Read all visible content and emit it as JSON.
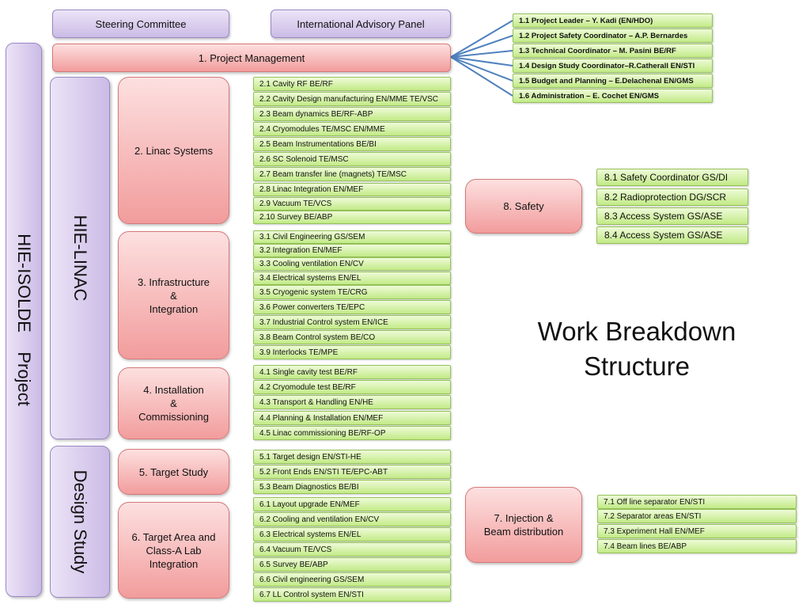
{
  "project": "HIE-ISOLDE    Project",
  "hie_linac": "HIE-LINAC",
  "design_study": "Design Study",
  "steering_committee": "Steering Committee",
  "advisory_panel": "International Advisory Panel",
  "project_management": "1. Project Management",
  "title": "Work Breakdown\nStructure",
  "colors": {
    "purple": "#cbbbe6",
    "pink": "#f29c9c",
    "green": "#c2ea87",
    "connector": "#4f81bd"
  },
  "pm_items": [
    "1.1 Project Leader – Y. Kadi (EN/HDO)",
    "1.2 Project Safety Coordinator – A.P. Bernardes",
    "1.3 Technical Coordinator – M. Pasini BE/RF",
    "1.4 Design Study Coordinator–R.Catherall EN/STI",
    "1.5 Budget and Planning – E.Delachenal EN/GMS",
    "1.6 Administration – E. Cochet EN/GMS"
  ],
  "linac": {
    "label": "2. Linac Systems",
    "items": [
      "2.1 Cavity RF   BE/RF",
      "2.2 Cavity Design manufacturing EN/MME TE/VSC",
      "2.3 Beam dynamics BE/RF-ABP",
      "2.4 Cryomodules TE/MSC EN/MME",
      "2.5 Beam Instrumentations BE/BI",
      "2.6 SC Solenoid  TE/MSC",
      "2.7 Beam transfer line (magnets) TE/MSC",
      "2.8 Linac Integration EN/MEF",
      "2.9 Vacuum TE/VCS",
      "2.10 Survey BE/ABP"
    ]
  },
  "infrastructure": {
    "label": "3. Infrastructure\n&\nIntegration",
    "items": [
      "3.1 Civil Engineering GS/SEM",
      "3.2 Integration EN/MEF",
      "3.3 Cooling ventilation EN/CV",
      "3.4 Electrical systems EN/EL",
      "3.5 Cryogenic system TE/CRG",
      "3.6 Power converters TE/EPC",
      "3.7 Industrial Control system EN/ICE",
      "3.8 Beam Control system BE/CO",
      "3.9 Interlocks TE/MPE"
    ]
  },
  "installation": {
    "label": "4. Installation\n&\nCommissioning",
    "items": [
      "4.1 Single cavity test BE/RF",
      "4.2 Cryomodule test BE/RF",
      "4.3 Transport & Handling EN/HE",
      "4.4 Planning & Installation EN/MEF",
      "4.5 Linac commissioning BE/RF-OP"
    ]
  },
  "target_study": {
    "label": "5. Target Study",
    "items": [
      "5.1 Target design EN/STI-HE",
      "5.2 Front Ends EN/STI TE/EPC-ABT",
      "5.3 Beam  Diagnostics BE/BI"
    ]
  },
  "target_area": {
    "label": "6. Target Area and\nClass-A Lab\nIntegration",
    "items": [
      "6.1 Layout upgrade  EN/MEF",
      "6.2 Cooling and ventilation EN/CV",
      "6.3 Electrical systems EN/EL",
      "6.4 Vacuum TE/VCS",
      "6.5 Survey BE/ABP",
      "6.6 Civil engineering GS/SEM",
      "6.7 LL Control system EN/STI"
    ]
  },
  "injection": {
    "label": "7. Injection &\nBeam distribution",
    "items": [
      "7.1 Off line separator  EN/STI",
      "7.2 Separator areas EN/STI",
      "7.3 Experiment Hall EN/MEF",
      "7.4 Beam lines  BE/ABP"
    ]
  },
  "safety": {
    "label": "8. Safety",
    "items": [
      "8.1 Safety Coordinator GS/DI",
      "8.2 Radioprotection DG/SCR",
      "8.3 Access System GS/ASE",
      "8.4 Access System GS/ASE"
    ]
  }
}
